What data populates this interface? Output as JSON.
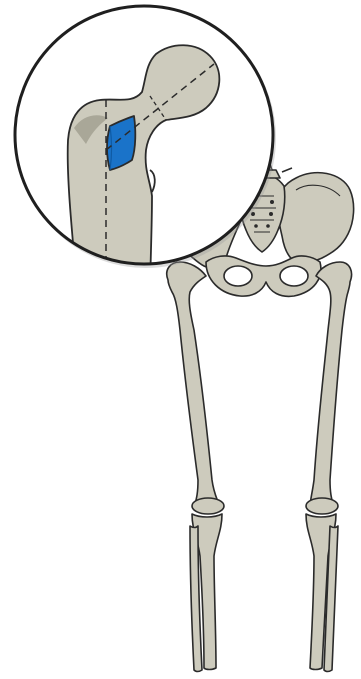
{
  "figure": {
    "colors": {
      "bone": "#cdcbbd",
      "bone_shadow": "#a9a798",
      "outline": "#2b2b2b",
      "highlight": "#1a73c9",
      "highlight_dark": "#0f5aa3",
      "background": "#ffffff",
      "dash": "#2b2b2b"
    },
    "icons": [
      "magnifier-inset",
      "pelvis",
      "sacrum",
      "femur",
      "tibia",
      "fibula"
    ]
  }
}
